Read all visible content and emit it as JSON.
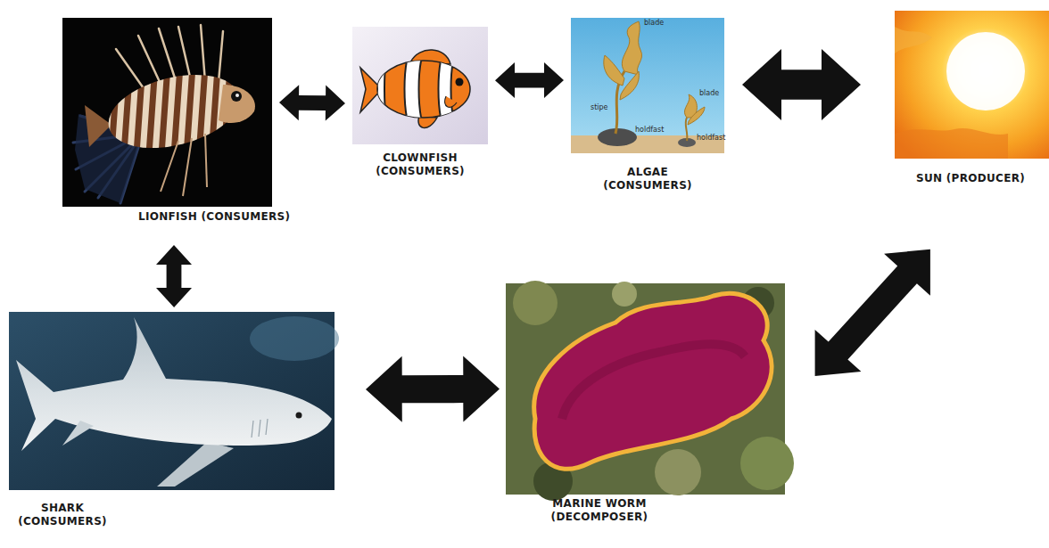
{
  "diagram": {
    "nodes": [
      {
        "text": [
          "LIONFISH (CONSUMERS)"
        ]
      },
      {
        "text": [
          "CLOWNFISH (CONSUMERS)"
        ]
      },
      {
        "text": [
          "ALGAE (CONSUMERS)"
        ]
      },
      {
        "text": [
          "SUN (PRODUCER)"
        ]
      },
      {
        "text": [
          "SHARK (CONSUMERS)"
        ]
      },
      {
        "text": [
          "MARINE WORM (DECOMPOSER)"
        ]
      }
    ],
    "edges": [
      {
        "from": 0,
        "to": 1,
        "arrow": "both"
      },
      {
        "from": 1,
        "to": 2,
        "arrow": "both"
      },
      {
        "from": 2,
        "to": 3,
        "arrow": "both"
      },
      {
        "from": 0,
        "to": 4,
        "arrow": "both"
      },
      {
        "from": 4,
        "to": 5,
        "arrow": "both"
      },
      {
        "from": 5,
        "to": 3,
        "arrow": "both"
      }
    ],
    "labels": [
      "blade",
      "blade",
      "stipe",
      "holdfast",
      "holdfast"
    ]
  }
}
